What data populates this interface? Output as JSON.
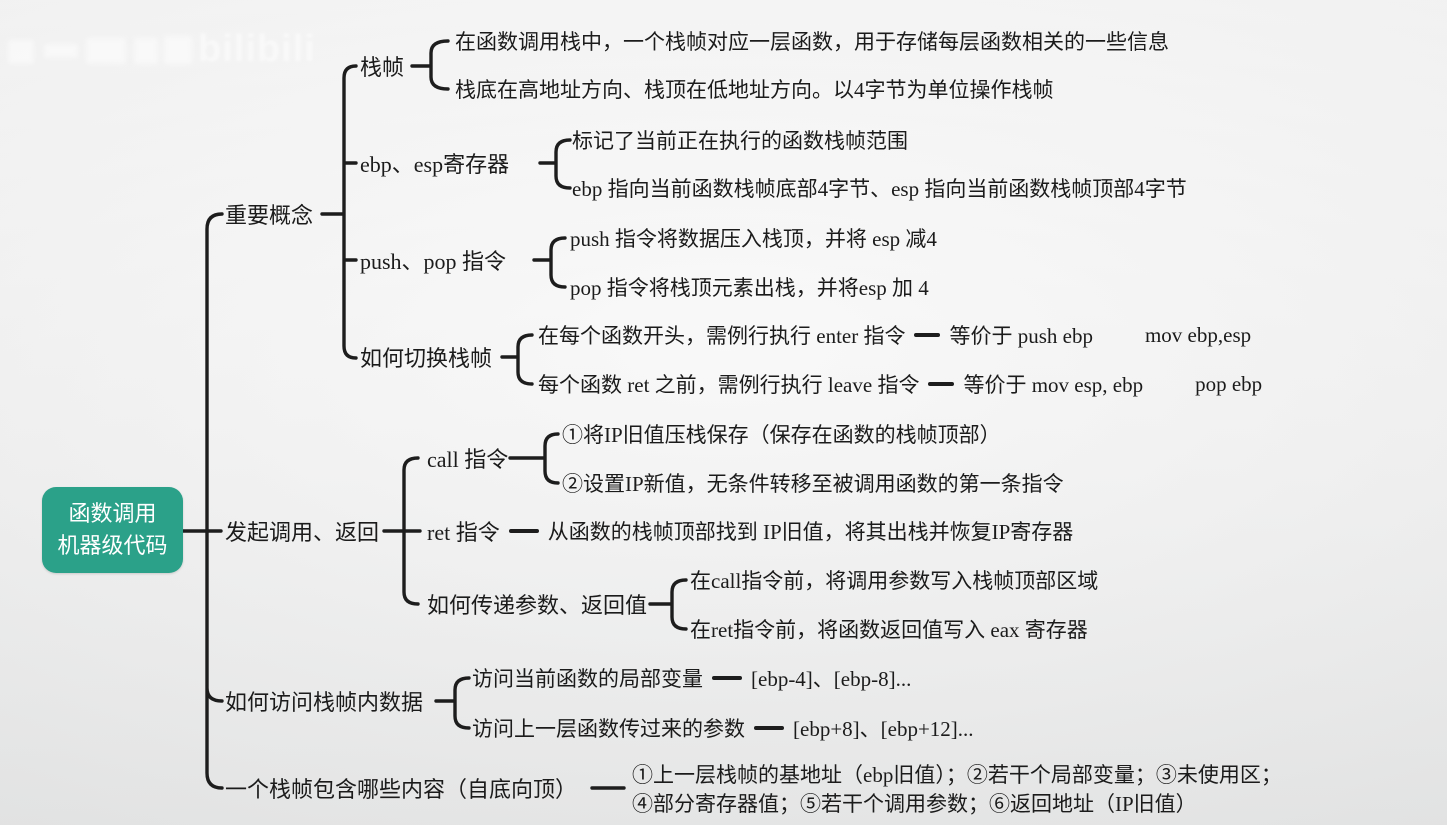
{
  "watermark": {
    "logo": "bilibili"
  },
  "colors": {
    "root_bg": "#2ba189",
    "line": "#1d1d1d",
    "text": "#1b1b1b"
  },
  "root": {
    "line1": "函数调用",
    "line2": "机器级代码"
  },
  "branches": [
    {
      "label": "重要概念",
      "children": [
        {
          "label": "栈帧",
          "leaves": [
            {
              "text": "在函数调用栈中，一个栈帧对应一层函数，用于存储每层函数相关的一些信息"
            },
            {
              "text": "栈底在高地址方向、栈顶在低地址方向。以4字节为单位操作栈帧"
            }
          ]
        },
        {
          "label": "ebp、esp寄存器",
          "leaves": [
            {
              "text": "标记了当前正在执行的函数栈帧范围"
            },
            {
              "text": "ebp 指向当前函数栈帧底部4字节、esp 指向当前函数栈帧顶部4字节"
            }
          ]
        },
        {
          "label": "push、pop 指令",
          "leaves": [
            {
              "text": "push 指令将数据压入栈顶，并将 esp 减4"
            },
            {
              "text": "pop 指令将栈顶元素出栈，并将esp 加 4"
            }
          ]
        },
        {
          "label": "如何切换栈帧",
          "leaves": [
            {
              "text": "在每个函数开头，需例行执行 enter 指令",
              "equiv": "等价于 push ebp",
              "equiv2": "mov ebp,esp"
            },
            {
              "text": "每个函数 ret 之前，需例行执行 leave 指令",
              "equiv": "等价于 mov esp, ebp",
              "equiv2": "pop ebp"
            }
          ]
        }
      ]
    },
    {
      "label": "发起调用、返回",
      "children": [
        {
          "label": "call 指令",
          "leaves": [
            {
              "text": "①将IP旧值压栈保存（保存在函数的栈帧顶部）"
            },
            {
              "text": "②设置IP新值，无条件转移至被调用函数的第一条指令"
            }
          ]
        },
        {
          "label": "ret 指令",
          "desc": "从函数的栈帧顶部找到 IP旧值，将其出栈并恢复IP寄存器"
        },
        {
          "label": "如何传递参数、返回值",
          "leaves": [
            {
              "text": "在call指令前，将调用参数写入栈帧顶部区域"
            },
            {
              "text": "在ret指令前，将函数返回值写入 eax 寄存器"
            }
          ]
        }
      ]
    },
    {
      "label": "如何访问栈帧内数据",
      "children": [
        {
          "label": "访问当前函数的局部变量",
          "desc": "[ebp-4]、[ebp-8]..."
        },
        {
          "label": "访问上一层函数传过来的参数",
          "desc": "[ebp+8]、[ebp+12]..."
        }
      ]
    },
    {
      "label": "一个栈帧包含哪些内容（自底向顶）",
      "desc_line1": "①上一层栈帧的基地址（ebp旧值）；②若干个局部变量；③未使用区；",
      "desc_line2": "④部分寄存器值；⑤若干个调用参数；⑥返回地址（IP旧值）"
    }
  ]
}
